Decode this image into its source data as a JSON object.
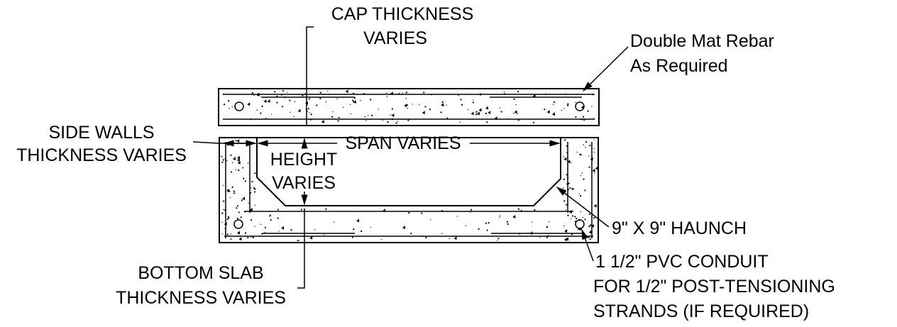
{
  "labels": {
    "cap_thickness": [
      "CAP THICKNESS",
      "VARIES"
    ],
    "double_mat": [
      "Double Mat Rebar",
      "As Required"
    ],
    "side_walls": [
      "SIDE WALLS",
      "THICKNESS VARIES"
    ],
    "span": "SPAN VARIES",
    "height": [
      "HEIGHT",
      "VARIES"
    ],
    "haunch": "9\" X 9\" HAUNCH",
    "conduit": [
      "1 1/2\" PVC CONDUIT",
      "FOR 1/2\" POST-TENSIONING",
      "STRANDS (IF REQUIRED)"
    ],
    "bottom_slab": [
      "BOTTOM SLAB",
      "THICKNESS VARIES"
    ]
  }
}
